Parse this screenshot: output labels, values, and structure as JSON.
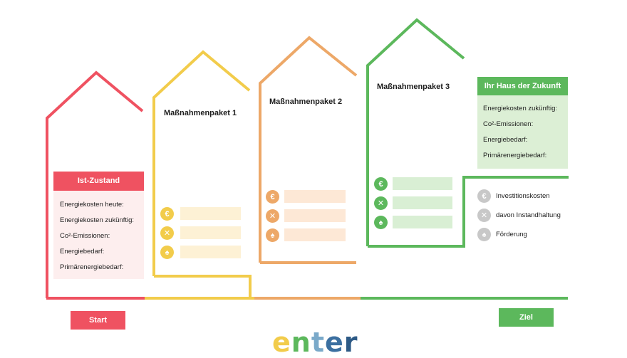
{
  "colors": {
    "red": "#ef5261",
    "yellow": "#f2cc4b",
    "orange": "#eda868",
    "green": "#5cb85c",
    "grey": "#c8c8c8"
  },
  "ist": {
    "header": "Ist-Zustand",
    "rows": [
      "Energiekosten heute:",
      "Energiekosten zukünftig:",
      "Co²-Emissionen:",
      "Energiebedarf:",
      "Primärenergiebedarf:"
    ]
  },
  "packages": [
    {
      "title": "Maßnahmenpaket 1",
      "icons": [
        "euro-icon",
        "tools-icon",
        "hand-euro-icon"
      ]
    },
    {
      "title": "Maßnahmenpaket 2",
      "icons": [
        "euro-icon",
        "tools-icon",
        "hand-euro-icon"
      ]
    },
    {
      "title": "Maßnahmenpaket 3",
      "icons": [
        "euro-icon",
        "tools-icon",
        "hand-euro-icon"
      ]
    }
  ],
  "zukunft": {
    "header": "Ihr Haus der Zukunft",
    "rows": [
      "Energiekosten zukünftig:",
      "Co²-Emissionen:",
      "Energiebedarf:",
      "Primärenergiebedarf:"
    ]
  },
  "legend": [
    {
      "icon": "euro-icon",
      "label": "Investitionskosten"
    },
    {
      "icon": "tools-icon",
      "label": "davon Instandhaltung"
    },
    {
      "icon": "hand-euro-icon",
      "label": "Förderung"
    }
  ],
  "buttons": {
    "start": "Start",
    "ziel": "Ziel"
  },
  "logo": "enter"
}
